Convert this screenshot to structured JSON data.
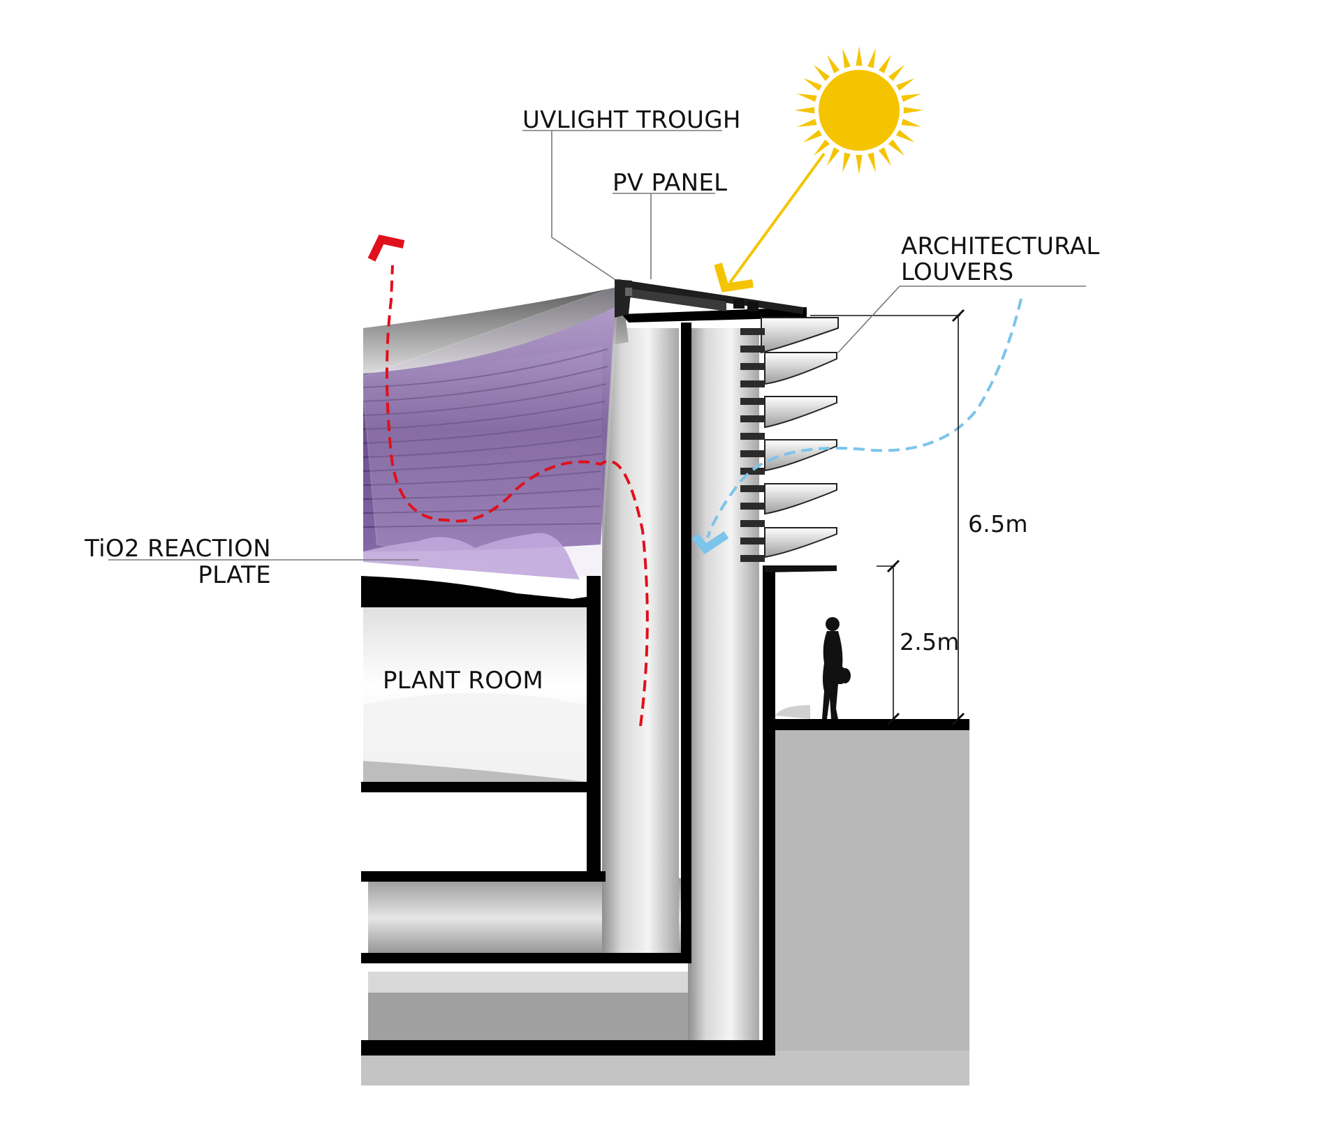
{
  "diagram": {
    "labels": {
      "uvlight_trough": "UVLIGHT TROUGH",
      "pv_panel": "PV PANEL",
      "architectural_louvers_line1": "ARCHITECTURAL",
      "architectural_louvers_line2": "LOUVERS",
      "tio2_line1": "TiO2 REACTION",
      "tio2_line2": "PLATE",
      "plant_room": "PLANT ROOM"
    },
    "dimensions": {
      "overall_height": "6.5m",
      "person_height": "2.5m"
    },
    "colors": {
      "sun": "#f5c400",
      "sun_ray_arrow": "#f5c400",
      "exhaust_air": "#e0101c",
      "fresh_air": "#7cc4ea",
      "reaction_chamber": "#6a4a8a",
      "ground": "#b8b8b8",
      "wall_section": "#000000",
      "interior_grey": "#9a9a9a"
    },
    "icons": [
      "sun-icon",
      "person-silhouette-icon"
    ]
  }
}
